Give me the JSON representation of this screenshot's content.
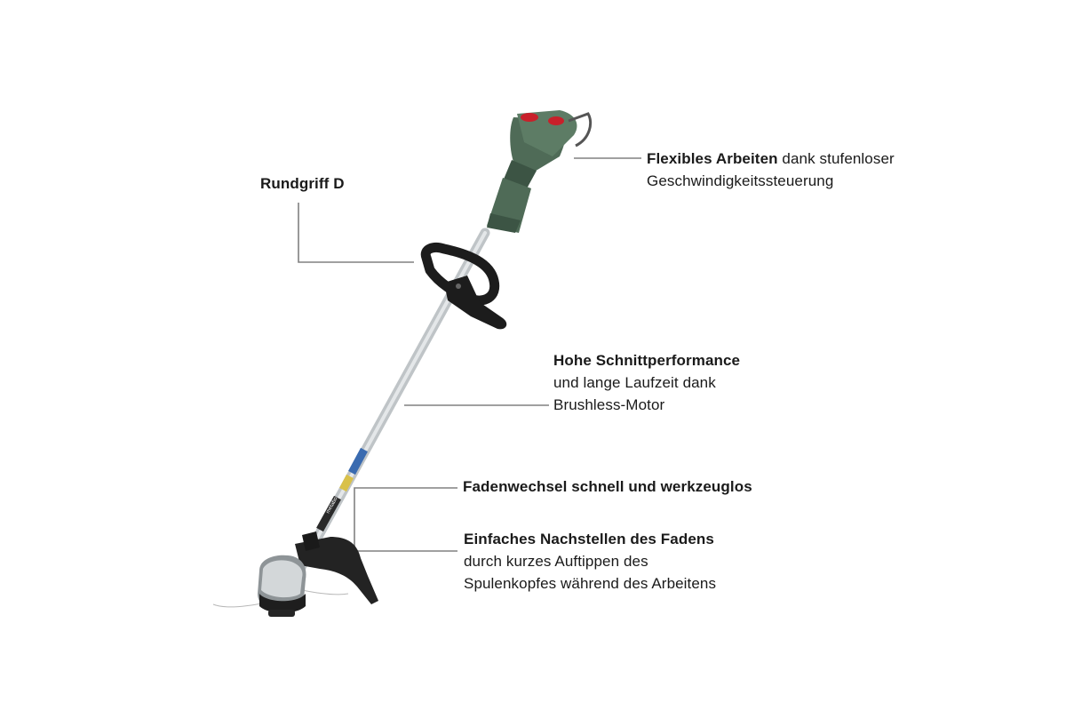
{
  "callouts": {
    "flexibles": {
      "bold": "Flexibles Arbeiten",
      "rest": " dank stufenloser",
      "line2": "Geschwindigkeitssteuerung"
    },
    "rundgriff": {
      "bold": "Rundgriff D"
    },
    "schnitt": {
      "bold": "Hohe Schnittperformance",
      "line2": "und lange Laufzeit dank",
      "line3": "Brushless-Motor"
    },
    "fadenwechsel": {
      "bold": "Fadenwechsel schnell und werkzeuglos"
    },
    "nachstellen": {
      "bold": "Einfaches Nachstellen des Fadens",
      "line2": "durch kurzes Auftippen des",
      "line3": "Spulenkopfes während des Arbeitens"
    }
  },
  "product": {
    "shaft_brand": "metabo"
  },
  "colors": {
    "housing_green": "#4f6b57",
    "dark_green": "#3c5444",
    "handle_black": "#1c1c1c",
    "leader_line": "#808080",
    "shaft": "#c9cdd0",
    "accent_red": "#c8202a"
  }
}
